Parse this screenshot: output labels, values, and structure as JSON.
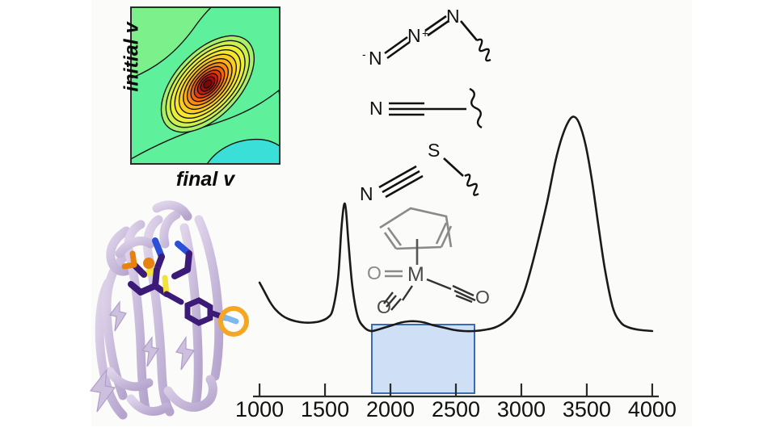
{
  "figure": {
    "background_color": "#ffffff",
    "panel_color": "#fbfbf9"
  },
  "contour_inset": {
    "name": "two-dimensional-infrared-spectrum",
    "x_axis_label": "final v",
    "y_axis_label": "initial v",
    "background_color": "#5ef09a",
    "border_color": "#2b2b2b",
    "contour_colors": [
      "#5ef09a",
      "#8cf07a",
      "#c8f05a",
      "#f2ec3c",
      "#f7d22a",
      "#f9ae1e",
      "#f58410",
      "#ee5a0c",
      "#e03210",
      "#c11710",
      "#9e0d0d",
      "#7d0707"
    ],
    "cyan_corner_color": "#3ae0d0"
  },
  "protein": {
    "name": "beta-barrel-protein-ribbon",
    "ribbon_color": "#cdc0de",
    "ribbon_shadow": "#b4a5cc",
    "ligand_color": "#3c1a78",
    "nitrogen_color": "#2a50d8",
    "sulfur_color": "#f2e23a",
    "oxygen_color": "#e8820f",
    "probe_highlight_color": "#f5a623",
    "probe_tip_color": "#7fb8ea"
  },
  "structures": [
    {
      "name": "azide-probe",
      "atoms": [
        "N",
        "N",
        "N"
      ],
      "charges": [
        "-",
        "+",
        ""
      ],
      "description": "azide"
    },
    {
      "name": "nitrile-probe",
      "atoms": [
        "N"
      ],
      "description": "nitrile"
    },
    {
      "name": "thiocyanate-probe",
      "atoms": [
        "N",
        "S"
      ],
      "description": "thiocyanate"
    },
    {
      "name": "metal-carbonyl-probe",
      "atoms": [
        "O",
        "M",
        "O",
        "O"
      ],
      "description": "cyclopentadienyl metal tricarbonyl",
      "color": "#7a7a7a"
    }
  ],
  "chart_data": {
    "type": "line",
    "title": "",
    "xlabel": "",
    "ylabel": "",
    "xlim": [
      950,
      4050
    ],
    "ylim": [
      0,
      1
    ],
    "grid": false,
    "legend": false,
    "tick_labels": [
      "1000",
      "1500",
      "2000",
      "2500",
      "3000",
      "3500",
      "4000"
    ],
    "tick_values": [
      1000,
      1500,
      2000,
      2500,
      3000,
      3500,
      4000
    ],
    "series": [
      {
        "name": "infrared-absorbance-of-water-and-protein",
        "color": "#1a1a1a",
        "x": [
          1000,
          1040,
          1080,
          1120,
          1170,
          1220,
          1280,
          1340,
          1400,
          1460,
          1520,
          1560,
          1600,
          1625,
          1645,
          1660,
          1680,
          1710,
          1750,
          1800,
          1850,
          1900,
          1960,
          2020,
          2080,
          2140,
          2200,
          2260,
          2320,
          2400,
          2480,
          2560,
          2640,
          2720,
          2800,
          2880,
          2950,
          3020,
          3080,
          3140,
          3200,
          3260,
          3310,
          3360,
          3400,
          3440,
          3490,
          3540,
          3590,
          3640,
          3700,
          3760,
          3820,
          3900,
          4000
        ],
        "y": [
          0.3,
          0.26,
          0.22,
          0.19,
          0.165,
          0.15,
          0.14,
          0.135,
          0.135,
          0.14,
          0.155,
          0.19,
          0.32,
          0.52,
          0.62,
          0.6,
          0.46,
          0.28,
          0.16,
          0.115,
          0.1,
          0.105,
          0.115,
          0.125,
          0.135,
          0.14,
          0.14,
          0.135,
          0.125,
          0.115,
          0.105,
          0.1,
          0.1,
          0.105,
          0.115,
          0.14,
          0.18,
          0.26,
          0.37,
          0.5,
          0.64,
          0.8,
          0.9,
          0.965,
          0.985,
          0.96,
          0.87,
          0.72,
          0.53,
          0.35,
          0.195,
          0.135,
          0.115,
          0.105,
          0.1
        ]
      }
    ],
    "annotations": [
      {
        "name": "silent-window-highlight",
        "type": "rect",
        "x_range": [
          1850,
          2650
        ],
        "fill_color": "#cfdff5",
        "edge_color": "#3a6bb5"
      },
      {
        "name": "amide-i-peak",
        "type": "peak",
        "x": 1645
      },
      {
        "name": "water-oh-stretch-peak",
        "type": "peak",
        "x": 3400
      }
    ]
  }
}
